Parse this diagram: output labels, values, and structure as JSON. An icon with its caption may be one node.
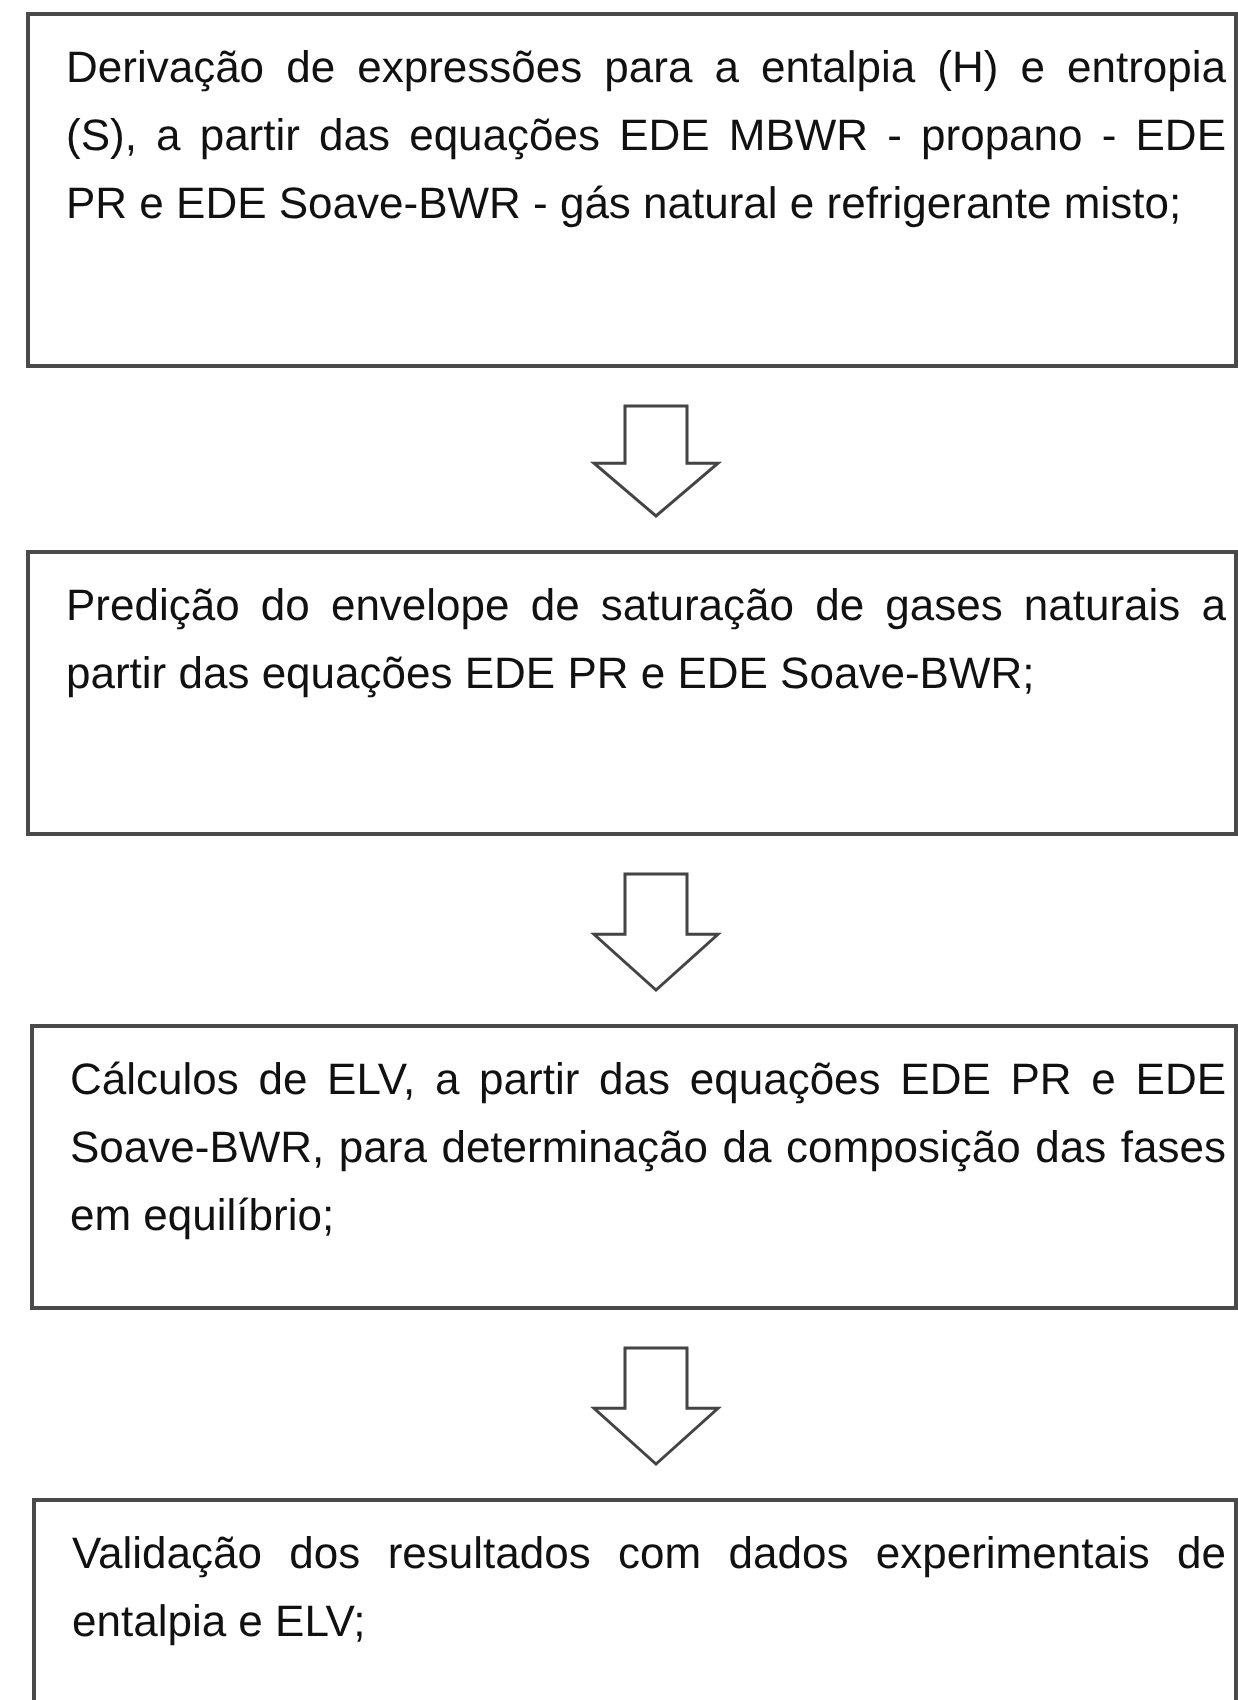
{
  "diagram": {
    "nodes": [
      {
        "text": [
          "Derivação de expressões para a entalpia (H) e entropia (S), a partir das equações EDE MBWR - propano - EDE PR e EDE Soave-BWR - gás natural e refrigerante misto;"
        ]
      },
      {
        "text": [
          "Predição do envelope de saturação de gases naturais a partir das equações EDE PR e EDE Soave-BWR;"
        ]
      },
      {
        "text": [
          "Cálculos de ELV, a partir das equações EDE PR e EDE Soave-BWR, para determinação da composição das fases em equilíbrio;"
        ]
      },
      {
        "text": [
          "Validação dos resultados com dados experimentais de entalpia e ELV;"
        ]
      }
    ],
    "edges": [
      {
        "from": 0,
        "to": 1,
        "arrow": "to"
      },
      {
        "from": 1,
        "to": 2,
        "arrow": "to"
      },
      {
        "from": 2,
        "to": 3,
        "arrow": "to"
      }
    ]
  }
}
